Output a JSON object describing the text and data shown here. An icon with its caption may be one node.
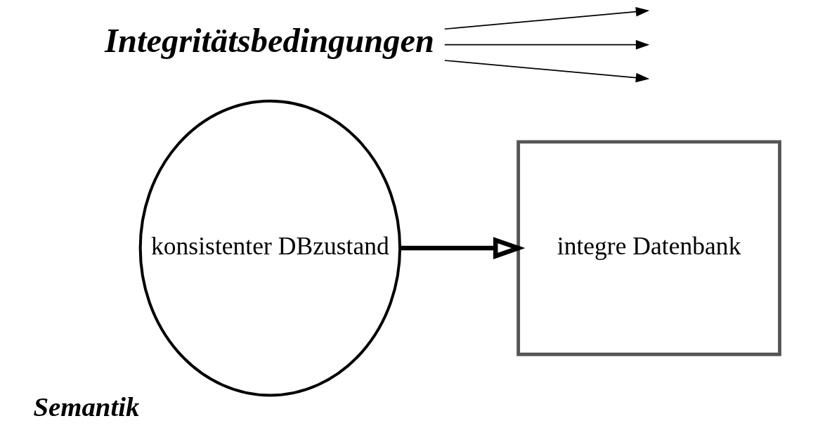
{
  "diagram": {
    "nodes": [
      {
        "text": [
          "konsistenter DBzustand"
        ],
        "beside": [
          "Semantik"
        ]
      },
      {
        "text": [
          "integre Datenbank"
        ]
      },
      {
        "text": [
          "Integritätsbedingungen"
        ]
      }
    ],
    "edges": [
      {
        "from": 0,
        "to": 1,
        "arrow": "to",
        "style": "thick"
      },
      {
        "from": 2,
        "to": null,
        "arrow": "to"
      },
      {
        "from": 2,
        "to": null,
        "arrow": "to"
      },
      {
        "from": 2,
        "to": null,
        "arrow": "to"
      }
    ]
  }
}
